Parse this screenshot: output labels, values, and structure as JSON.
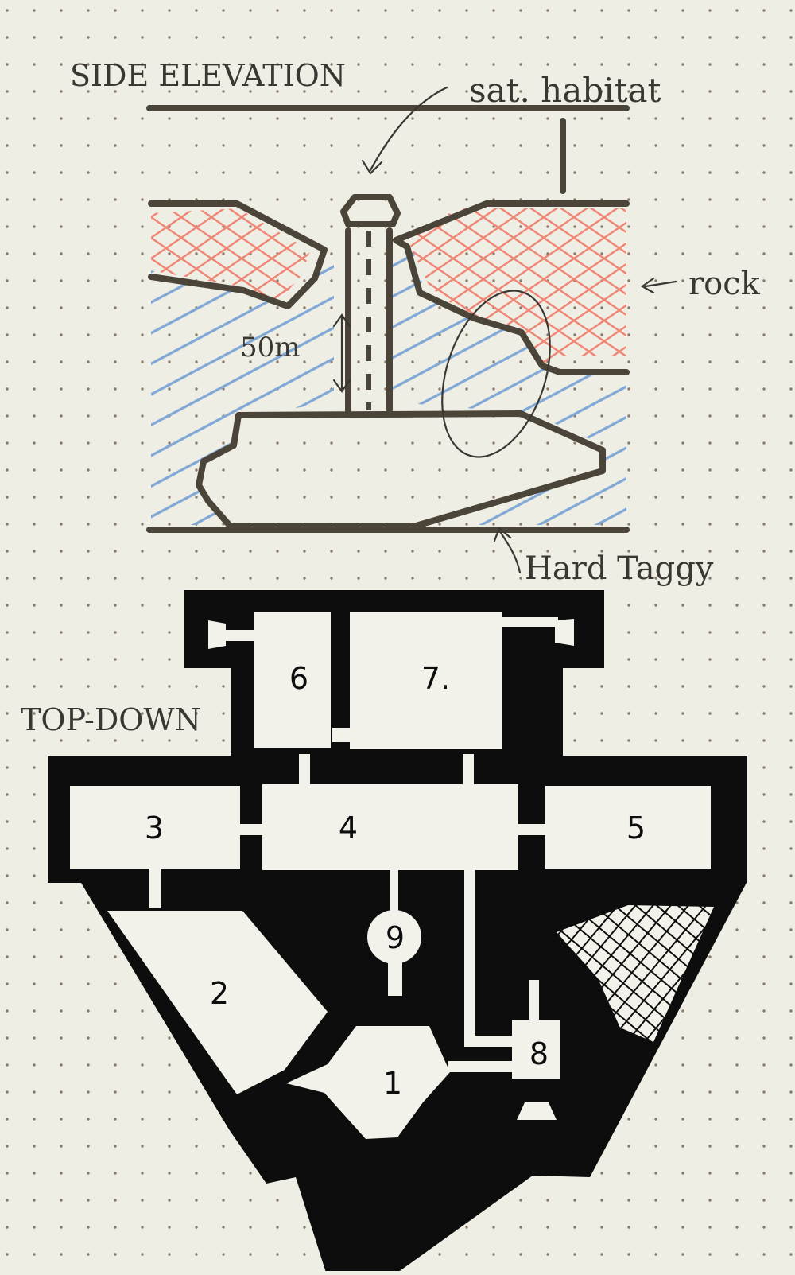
{
  "colors": {
    "paper": "#efeee4",
    "dot": "#8a7a6c",
    "ink": "#4b4438",
    "pencil": "#3a3733",
    "rock_hatch": "#ef8574",
    "water_hatch": "#7fa8d6",
    "map_black": "#0d0d0d",
    "map_floor": "#f3f2ea"
  },
  "side_elevation": {
    "heading": "SIDE ELEVATION",
    "labels": {
      "habitat": "sat. habitat",
      "rock": "rock",
      "depth": "50m",
      "creature": "Hard Taggy"
    }
  },
  "top_down": {
    "heading": "TOP-DOWN",
    "rooms": [
      {
        "id": "room-1",
        "label": "1"
      },
      {
        "id": "room-2",
        "label": "2"
      },
      {
        "id": "room-3",
        "label": "3"
      },
      {
        "id": "room-4",
        "label": "4"
      },
      {
        "id": "room-5",
        "label": "5"
      },
      {
        "id": "room-6",
        "label": "6"
      },
      {
        "id": "room-7",
        "label": "7."
      },
      {
        "id": "room-8",
        "label": "8"
      },
      {
        "id": "room-9",
        "label": "9"
      }
    ]
  }
}
